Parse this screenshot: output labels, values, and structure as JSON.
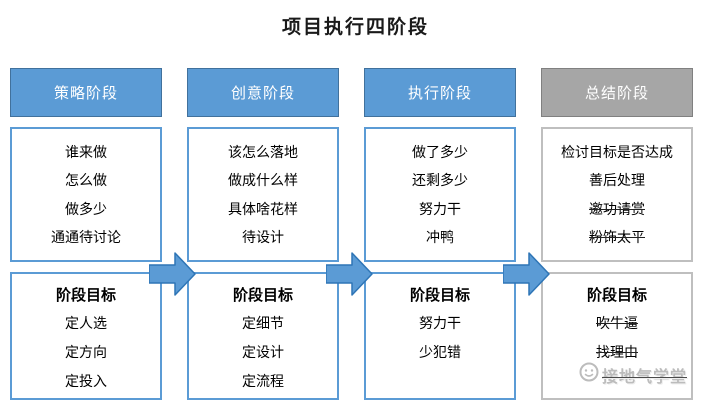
{
  "title": "项目执行四阶段",
  "colors": {
    "blue": "#5B9BD5",
    "blue_border": "#41719C",
    "gray": "#A6A6A6",
    "gray_border": "#808080",
    "box_border_gray": "#BFBFBF"
  },
  "columns": [
    {
      "header": "策略阶段",
      "tasks": [
        "谁来做",
        "怎么做",
        "做多少",
        "通通待讨论"
      ],
      "goal_title": "阶段目标",
      "goals": [
        "定人选",
        "定方向",
        "定投入"
      ]
    },
    {
      "header": "创意阶段",
      "tasks": [
        "该怎么落地",
        "做成什么样",
        "具体啥花样",
        "待设计"
      ],
      "goal_title": "阶段目标",
      "goals": [
        "定细节",
        "定设计",
        "定流程"
      ]
    },
    {
      "header": "执行阶段",
      "tasks": [
        "做了多少",
        "还剩多少",
        "努力干",
        "冲鸭"
      ],
      "goal_title": "阶段目标",
      "goals": [
        "努力干",
        "少犯错"
      ]
    },
    {
      "header": "总结阶段",
      "tasks": [
        "检讨目标是否达成",
        "善后处理",
        "邀功请赏",
        "粉饰太平"
      ],
      "goal_title": "阶段目标",
      "goals": [
        "吹牛逼",
        "找理由"
      ]
    }
  ],
  "watermark": {
    "text": "接地气学堂"
  }
}
